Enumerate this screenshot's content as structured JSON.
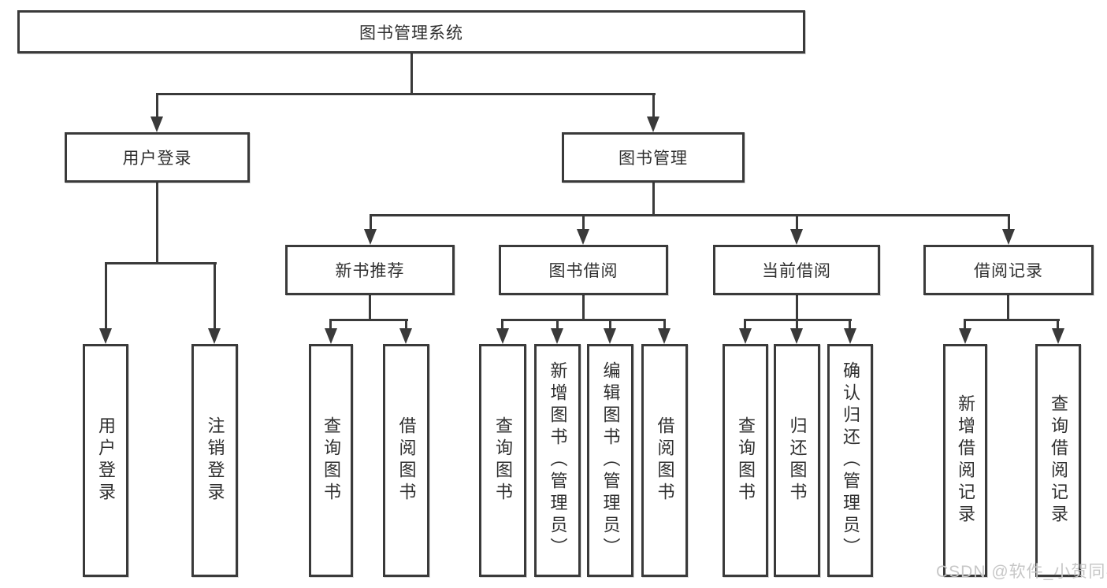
{
  "diagram": {
    "type": "hierarchy-tree",
    "root": {
      "label": "图书管理系统",
      "children": [
        {
          "label": "用户登录",
          "children": [
            {
              "label": "用户登录"
            },
            {
              "label": "注销登录"
            }
          ]
        },
        {
          "label": "图书管理",
          "children": [
            {
              "label": "新书推荐",
              "children": [
                {
                  "label": "查询图书"
                },
                {
                  "label": "借阅图书"
                }
              ]
            },
            {
              "label": "图书借阅",
              "children": [
                {
                  "label": "查询图书"
                },
                {
                  "label": "新增图书（管理员）"
                },
                {
                  "label": "编辑图书（管理员）"
                },
                {
                  "label": "借阅图书"
                }
              ]
            },
            {
              "label": "当前借阅",
              "children": [
                {
                  "label": "查询图书"
                },
                {
                  "label": "归还图书"
                },
                {
                  "label": "确认归还（管理员）"
                }
              ]
            },
            {
              "label": "借阅记录",
              "children": [
                {
                  "label": "新增借阅记录"
                },
                {
                  "label": "查询借阅记录"
                }
              ]
            }
          ]
        }
      ]
    },
    "watermark": "CSDN @软件_小贺同学",
    "colors": {
      "line": "#3a3a3a",
      "text": "#2f2f2f",
      "box_fill": "#ffffff",
      "watermark": "#c7c7c7",
      "background": "#ffffff"
    }
  }
}
